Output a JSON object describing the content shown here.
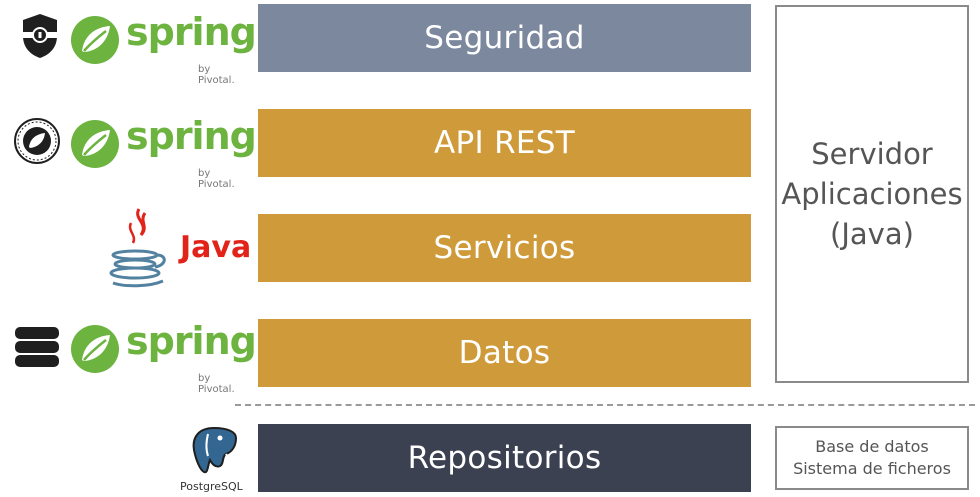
{
  "layers": [
    {
      "label": "Seguridad",
      "color": "#7b889e"
    },
    {
      "label": "API REST",
      "color": "#cf9a3a"
    },
    {
      "label": "Servicios",
      "color": "#cf9a3a"
    },
    {
      "label": "Datos",
      "color": "#cf9a3a"
    },
    {
      "label": "Repositorios",
      "color": "#3b4150"
    }
  ],
  "server": {
    "line1": "Servidor",
    "line2": "Aplicaciones",
    "line3": "(Java)"
  },
  "storage": {
    "line1": "Base de datos",
    "line2": "Sistema de ficheros"
  },
  "logos": {
    "spring_word": "spring",
    "spring_by": "by Pivotal.",
    "java_word": "Java",
    "postgres_word": "PostgreSQL"
  },
  "icons": {
    "security": "shield-lock-icon",
    "api": "rest-seal-icon",
    "data": "database-icon"
  },
  "colors": {
    "spring_green": "#6db33f",
    "java_red": "#e2231a",
    "java_blue": "#5382a1",
    "postgres_blue": "#336791"
  }
}
